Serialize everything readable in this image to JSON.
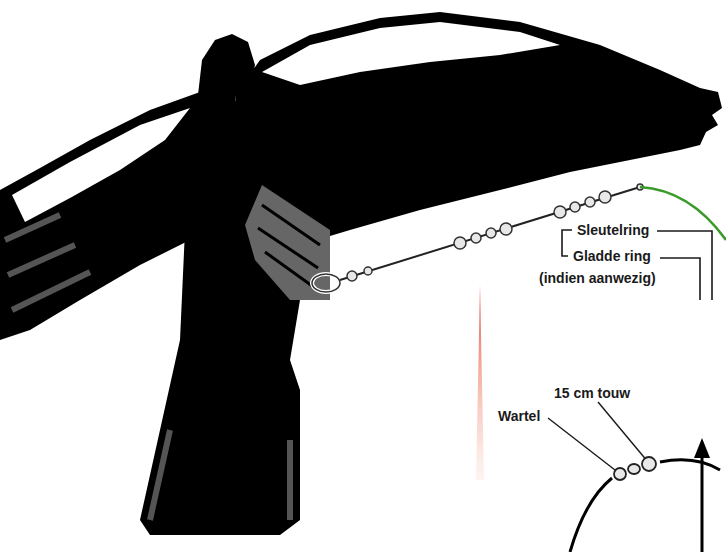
{
  "diagram": {
    "labels": [
      "Sleutelring",
      "Gladde ring",
      "(indien aanwezig)",
      "15 cm touw",
      "Wartel"
    ]
  }
}
